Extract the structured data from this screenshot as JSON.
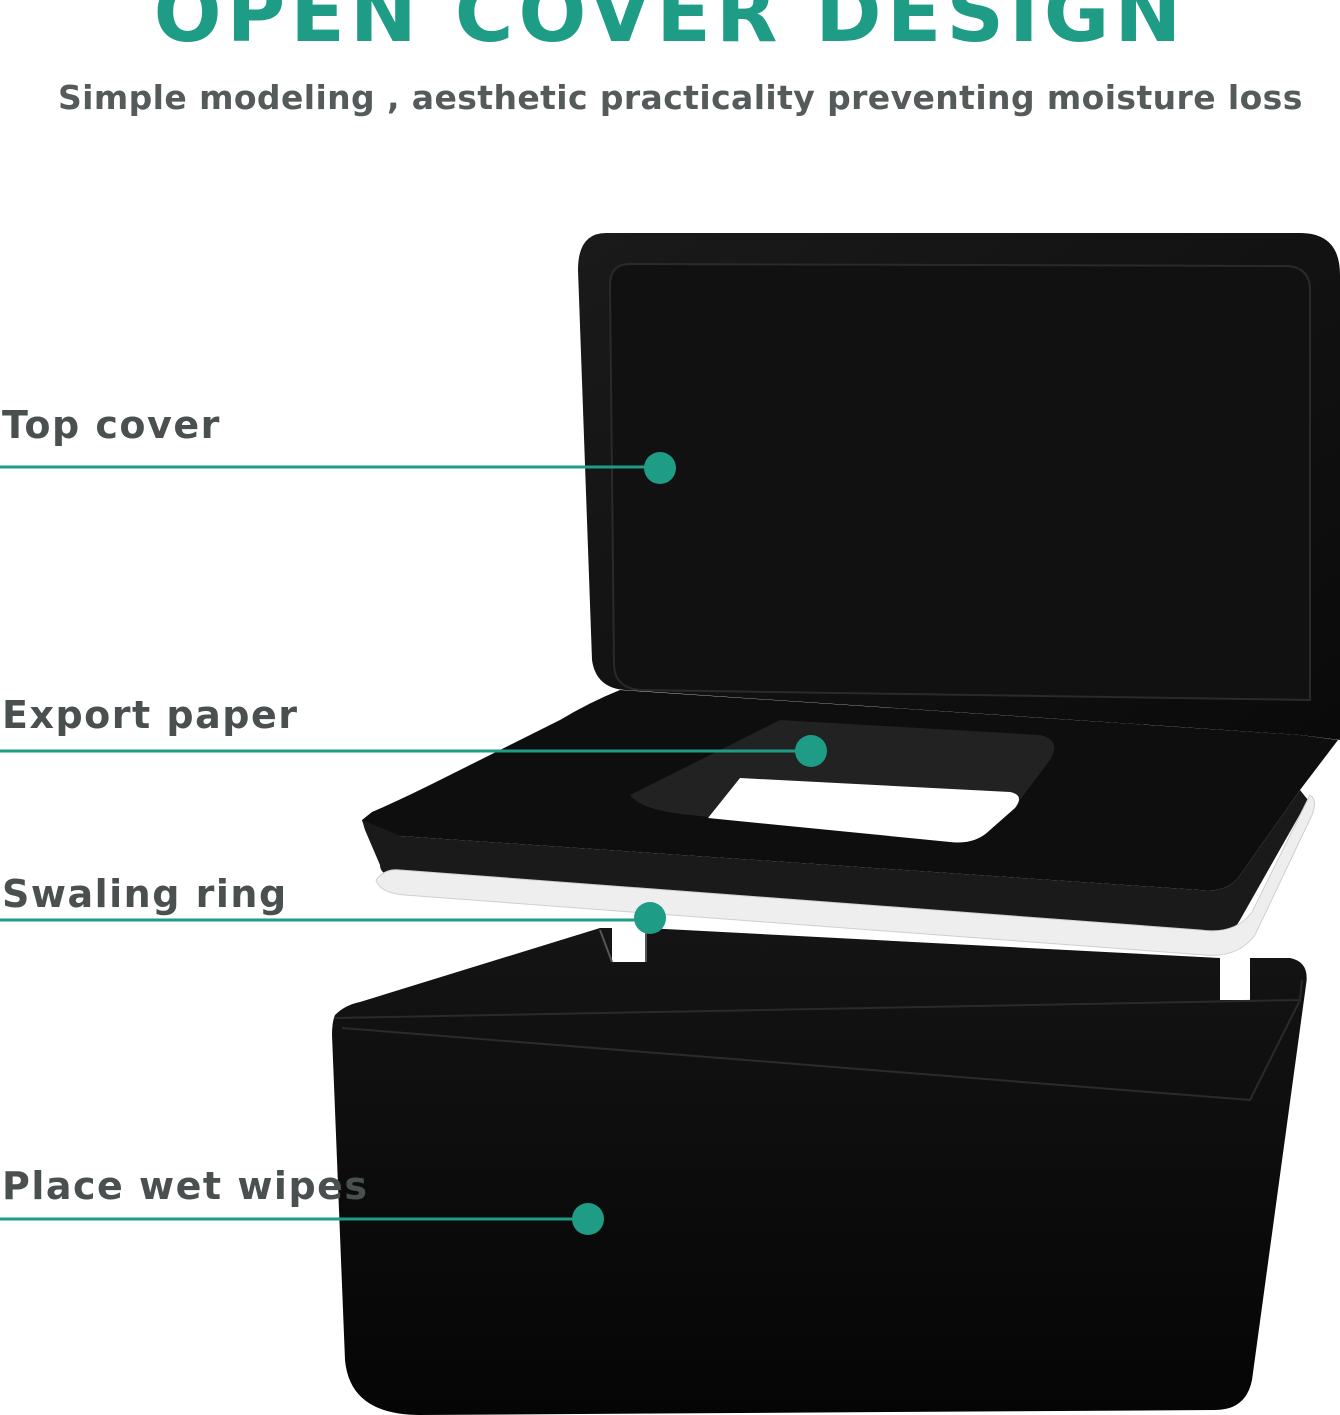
{
  "headline": "OPEN COVER DESIGN",
  "subtitle": "Simple modeling , aesthetic practicality preventing moisture loss",
  "callouts": [
    {
      "label": "Top cover"
    },
    {
      "label": "Export paper"
    },
    {
      "label": "Swaling ring"
    },
    {
      "label": "Place wet wipes"
    }
  ],
  "colors": {
    "accent": "#1e9c85",
    "text": "#4a4f4f",
    "product": "#0d0d0d"
  }
}
